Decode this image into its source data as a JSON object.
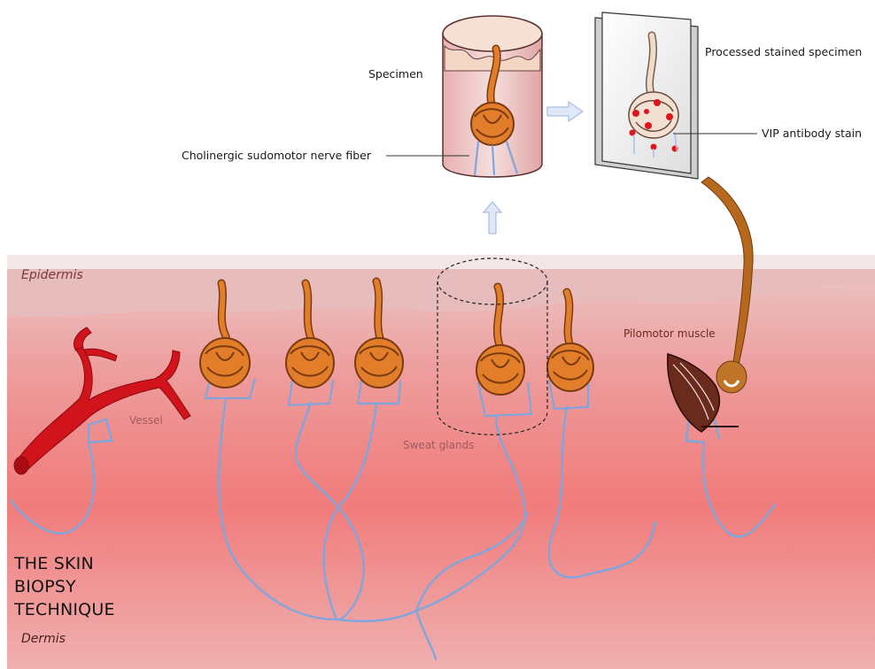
{
  "labels": {
    "specimen": "Specimen",
    "processed": "Processed stained specimen",
    "cholinergic": "Cholinergic sudomotor nerve fiber",
    "vip": "VIP antibody stain",
    "epidermis": "Epidermis",
    "dermis": "Dermis",
    "vessel": "Vessel",
    "sweat_glands": "Sweat glands",
    "pilomotor": "Pilomotor muscle"
  },
  "title": {
    "line1": "THE SKIN",
    "line2": "BIOPSY",
    "line3": "TECHNIQUE"
  },
  "colors": {
    "skin_top": "#e9c7c7",
    "skin_mid": "#f07a7a",
    "skin_bottom": "#f0a8a8",
    "epidermis": "#e8b9b9",
    "nerve_orange": "#e27e2a",
    "nerve_outline": "#7a3a10",
    "fiber_blue": "#8db5e8",
    "vessel_red": "#d4141c",
    "hair_brown": "#b8681c",
    "muscle_brown": "#5a2418",
    "stain_red": "#e0141c",
    "arrow_blue": "#c8d7ee"
  }
}
